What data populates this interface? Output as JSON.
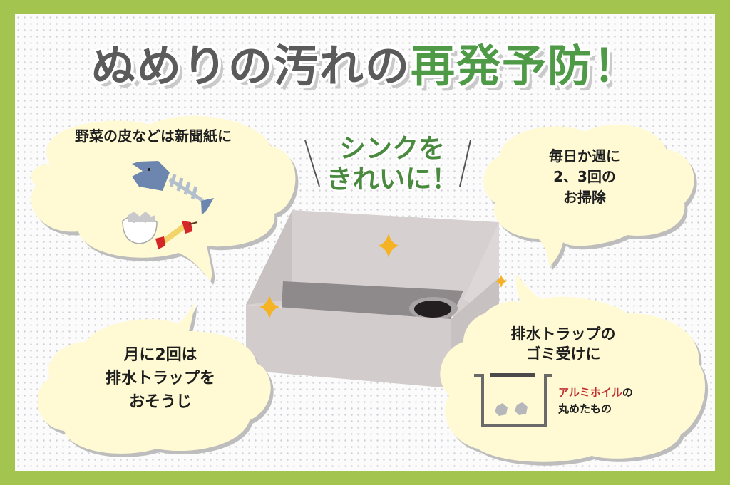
{
  "title": {
    "main": "ぬめりの汚れの",
    "accent": "再発予防！"
  },
  "center_message": {
    "line1": "シンクを",
    "line2": "きれいに！"
  },
  "bubbles": [
    {
      "id": "top-left",
      "text": "野菜の皮などは新聞紙に",
      "illustration": "fish-bones-eggshell-apple-core"
    },
    {
      "id": "top-right",
      "lines": [
        "毎日か週に",
        "2、3回の",
        "お掃除"
      ]
    },
    {
      "id": "bottom-left",
      "lines": [
        "月に2回は",
        "排水トラップを",
        "おそうじ"
      ]
    },
    {
      "id": "bottom-right",
      "lines": [
        "排水トラップの",
        "ゴミ受けに"
      ],
      "note_highlight": "アルミホイル",
      "note_rest1": "の",
      "note_line2": "丸めたもの",
      "illustration": "drain-basket-with-foil-balls"
    }
  ],
  "illustration": {
    "center": "sink-with-sparkles",
    "icons": [
      "sparkle-icon",
      "sparkle-icon",
      "sparkle-icon"
    ]
  },
  "colors": {
    "border": "#a3c44f",
    "bubble": "#fffad4",
    "title_gray": "#5b5b5b",
    "title_green": "#4e9a46",
    "center_green": "#4a8a3f",
    "highlight_red": "#c03030",
    "sparkle": "#f5b323",
    "sink": "#d0c9c9"
  }
}
